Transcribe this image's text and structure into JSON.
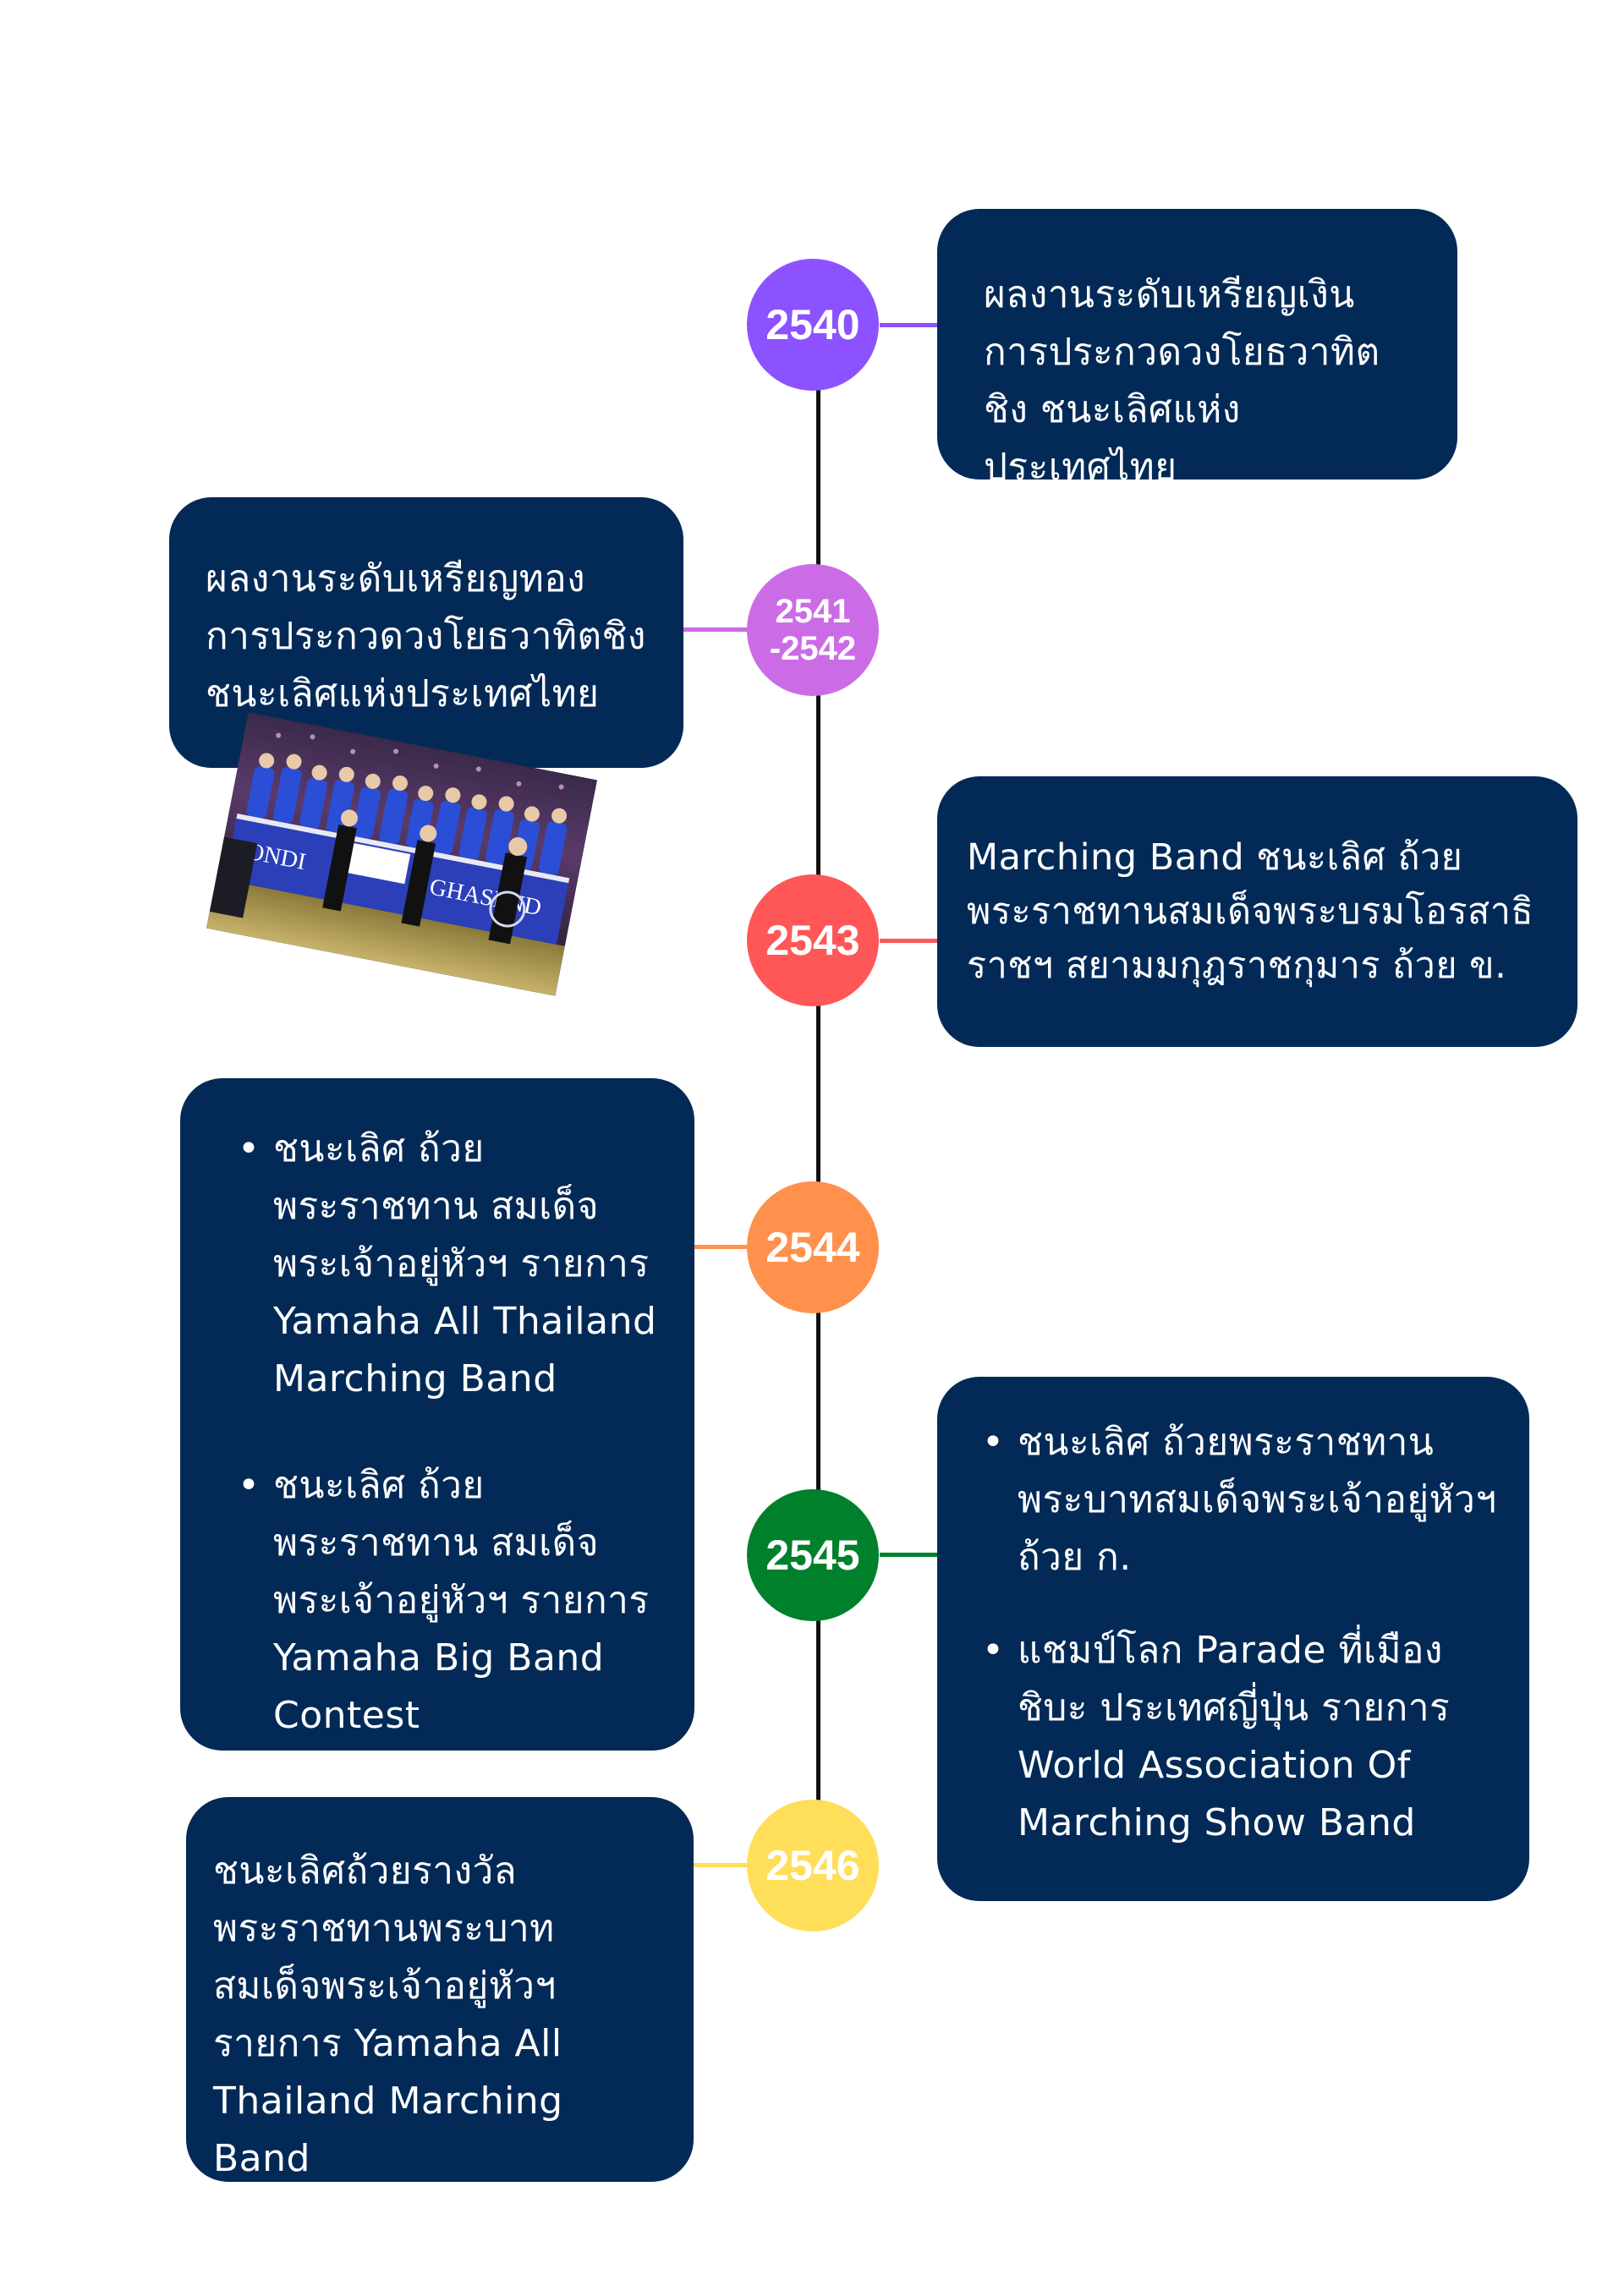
{
  "colors": {
    "card_bg": "#032a57",
    "axis": "#111111",
    "node_2540": "#8c52ff",
    "node_2541": "#cb6ce6",
    "node_2543": "#ff5757",
    "node_2544": "#ff914d",
    "node_2545": "#00802b",
    "node_2546": "#ffde59"
  },
  "timeline": {
    "y2540": {
      "year": "2540",
      "text": "ผลงานระดับเหรียญเงิน การประกวดวงโยธวาทิตชิง ชนะเลิศแห่งประเทศไทย"
    },
    "y2541": {
      "year_line1": "2541",
      "year_line2": "-2542",
      "text": "ผลงานระดับเหรียญทอง การประกวดวงโยธวาทิตชิง ชนะเลิศแห่งประเทศไทย"
    },
    "y2543": {
      "year": "2543",
      "text": "Marching Band ชนะเลิศ ถ้วยพระราชทานสมเด็จพระบรมโอรสาธิราชฯ สยามมกุฎราชกุมาร ถ้วย ข."
    },
    "y2544": {
      "year": "2544",
      "items": [
        "ชนะเลิศ ถ้วยพระราชทาน สมเด็จพระเจ้าอยู่หัวฯ รายการ Yamaha All Thailand Marching Band",
        "ชนะเลิศ ถ้วยพระราชทาน สมเด็จพระเจ้าอยู่หัวฯ รายการ Yamaha Big Band Contest"
      ]
    },
    "y2545": {
      "year": "2545",
      "items": [
        "ชนะเลิศ ถ้วยพระราชทาน พระบาทสมเด็จพระเจ้าอยู่หัวฯ ถ้วย ก.",
        "แชมป์โลก Parade ที่เมือง ชิบะ ประเทศญี่ปุ่น รายการ World Association Of Marching Show Band"
      ]
    },
    "y2546": {
      "year": "2546",
      "text": "ชนะเลิศถ้วยรางวัลพระราชทานพระบาทสมเด็จพระเจ้าอยู่หัวฯ รายการ Yamaha All Thailand Marching Band"
    }
  },
  "photo": {
    "banner_left": "ONDI",
    "banner_right": "GHASEND"
  }
}
